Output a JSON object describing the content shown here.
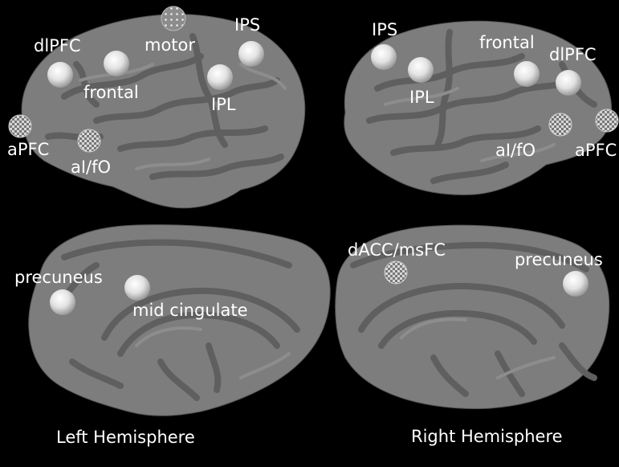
{
  "labels": {
    "motor": "motor",
    "ips_left": "IPS",
    "dlpfc_left": "dlPFC",
    "frontal_left": "frontal",
    "ipl_left": "IPL",
    "apfc_left": "aPFC",
    "aifo_left": "aI/fO",
    "ips_right": "IPS",
    "frontal_right": "frontal",
    "dlpfc_right": "dlPFC",
    "ipl_right": "IPL",
    "aifo_right": "aI/fO",
    "apfc_right": "aPFC",
    "precuneus_left": "precuneus",
    "mid_cingulate": "mid cingulate",
    "dacc_msfc": "dACC/msFC",
    "precuneus_right": "precuneus"
  },
  "hemispheres": {
    "left": "Left Hemisphere",
    "right": "Right Hemisphere"
  },
  "colors": {
    "background": "#000000",
    "cortex": "#7d7d7d",
    "sulci": "#5f5f5f",
    "node": "#e6e6e6"
  }
}
